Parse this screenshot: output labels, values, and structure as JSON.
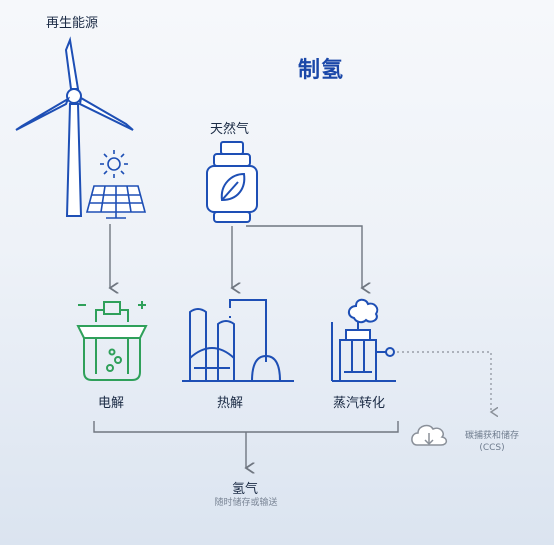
{
  "renewable_label": "再生能源",
  "title": "制氢",
  "natural_gas_label": "天然气",
  "processes": {
    "electrolysis": "电解",
    "pyrolysis": "热解",
    "steam_reforming": "蒸汽转化"
  },
  "ccs": {
    "line1": "碳捕获和储存",
    "line2": "(CCS)"
  },
  "output": {
    "label": "氢气",
    "sub": "随时储存或输送"
  },
  "colors": {
    "blue": "#1e4fb5",
    "green": "#2fa05a",
    "gray": "#6f7680"
  }
}
